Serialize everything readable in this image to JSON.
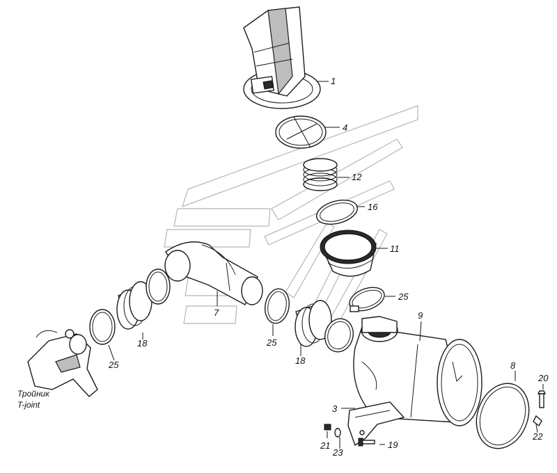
{
  "callouts": {
    "c1": "1",
    "c4": "4",
    "c12": "12",
    "c16": "16",
    "c11": "11",
    "c25a": "25",
    "c9": "9",
    "c7": "7",
    "c25b": "25",
    "c18a": "18",
    "c18b": "18",
    "c25c": "25",
    "c8": "8",
    "c20": "20",
    "c3": "3",
    "c22": "22",
    "c21": "21",
    "c23": "23",
    "c19": "19"
  },
  "tjoint_label": {
    "line1": "Тройник",
    "line2": "T-joint"
  }
}
